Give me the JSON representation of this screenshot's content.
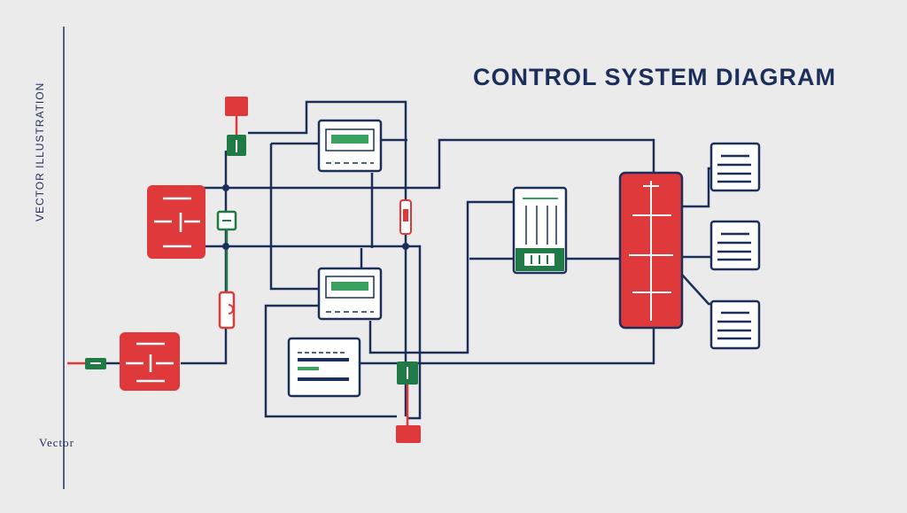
{
  "title": "CONTROL SYSTEM DIAGRAM",
  "side_label_vertical": "VECTOR ILLUSTRATION",
  "side_label_bottom": "Vector",
  "colors": {
    "background": "#ebebeb",
    "navy": "#1c2f5b",
    "red": "#e0393b",
    "green": "#1f7a45",
    "white": "#ffffff"
  }
}
